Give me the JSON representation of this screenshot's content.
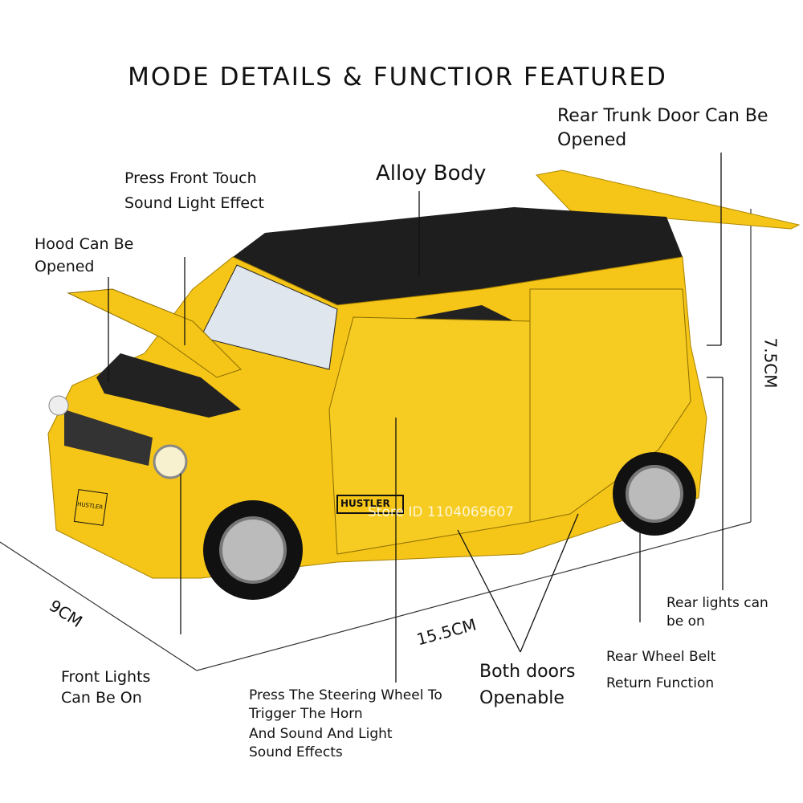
{
  "title": "MODE DETAILS & FUNCTIOR FEATURED",
  "watermark": "Store ID 1104069607",
  "badge_text": "HUSTLER",
  "plate_text": "HUSTLER",
  "colors": {
    "body": "#f5c518",
    "roof": "#1e1e1e",
    "line": "#111111"
  },
  "annotations": {
    "rear_trunk": [
      "Rear Trunk Door Can Be",
      "Opened"
    ],
    "alloy_body": "Alloy Body",
    "front_touch": [
      "Press Front Touch",
      "Sound Light Effect"
    ],
    "hood": [
      "Hood Can Be",
      "Opened"
    ],
    "front_lights": [
      "Front Lights",
      "Can Be On"
    ],
    "steering": [
      "Press The Steering Wheel To",
      "Trigger The Horn",
      "And Sound And Light",
      "Sound Effects"
    ],
    "doors": [
      "Both doors",
      "Openable"
    ],
    "rear_wheel": [
      "Rear Wheel Belt",
      "Return Function"
    ],
    "rear_lights": [
      "Rear lights can",
      "be on"
    ]
  },
  "dimensions": {
    "height": "7.5CM",
    "length": "15.5CM",
    "width": "9CM"
  }
}
